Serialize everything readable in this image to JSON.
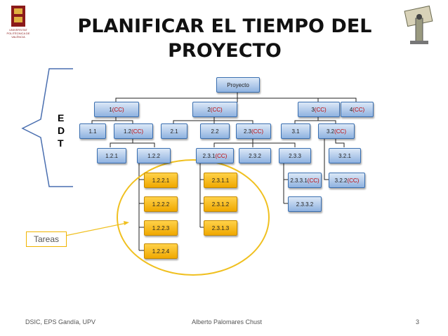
{
  "slide": {
    "title_line1": "PLANIFICAR EL TIEMPO DEL",
    "title_line2": "PROYECTO",
    "side_letters": [
      "E",
      "D",
      "T"
    ],
    "callout": "Tareas",
    "footer_left": "DSIC, EPS Gandía, UPV",
    "footer_center": "Alberto Palomares Chust",
    "page_number": "3",
    "logo_text": "UNIVERSITAT POLITÈCNICA DE VALÈNCIA"
  },
  "tree": {
    "root": "Proyecto",
    "n1": {
      "label": "1 ",
      "tag": "(CC)"
    },
    "n2": {
      "label": "2 ",
      "tag": "(CC)"
    },
    "n3": {
      "label": "3",
      "tag": "(CC)"
    },
    "n4": {
      "label": "4 ",
      "tag": "(CC)"
    },
    "n11": {
      "label": "1.1",
      "tag": ""
    },
    "n12": {
      "label": "1.2 ",
      "tag": "(CC)"
    },
    "n21": {
      "label": "2.1",
      "tag": ""
    },
    "n22": {
      "label": "2.2",
      "tag": ""
    },
    "n23": {
      "label": "2.3",
      "tag": "(CC)"
    },
    "n31": {
      "label": "3.1",
      "tag": ""
    },
    "n32": {
      "label": "3.2",
      "tag": "(CC)"
    },
    "n121": {
      "label": "1.2.1",
      "tag": ""
    },
    "n122": {
      "label": "1.2.2",
      "tag": ""
    },
    "n231": {
      "label": "2.3.1",
      "tag": "(CC)"
    },
    "n232": {
      "label": "2.3.2",
      "tag": ""
    },
    "n233": {
      "label": "2.3.3",
      "tag": ""
    },
    "n321": {
      "label": "3.2.1",
      "tag": ""
    },
    "n1221": {
      "label": "1.2.2.1",
      "tag": ""
    },
    "n1222": {
      "label": "1.2.2.2",
      "tag": ""
    },
    "n1223": {
      "label": "1.2.2.3",
      "tag": ""
    },
    "n1224": {
      "label": "1.2.2.4",
      "tag": ""
    },
    "n2311": {
      "label": "2.3.1.1",
      "tag": ""
    },
    "n2312": {
      "label": "2.3.1.2",
      "tag": ""
    },
    "n2313": {
      "label": "2.3.1.3",
      "tag": ""
    },
    "n2331": {
      "label": "2.3.3.1",
      "tag": "(CC)"
    },
    "n2332": {
      "label": "2.3.3.2",
      "tag": ""
    },
    "n322": {
      "label": "3.2.2",
      "tag": "(CC)"
    }
  },
  "colors": {
    "box_blue": "#8fb2e0",
    "box_task": "#f5b800",
    "cc_text": "#c00000",
    "ellipse": "#f0c020",
    "bracket": "#4a6fb0"
  }
}
